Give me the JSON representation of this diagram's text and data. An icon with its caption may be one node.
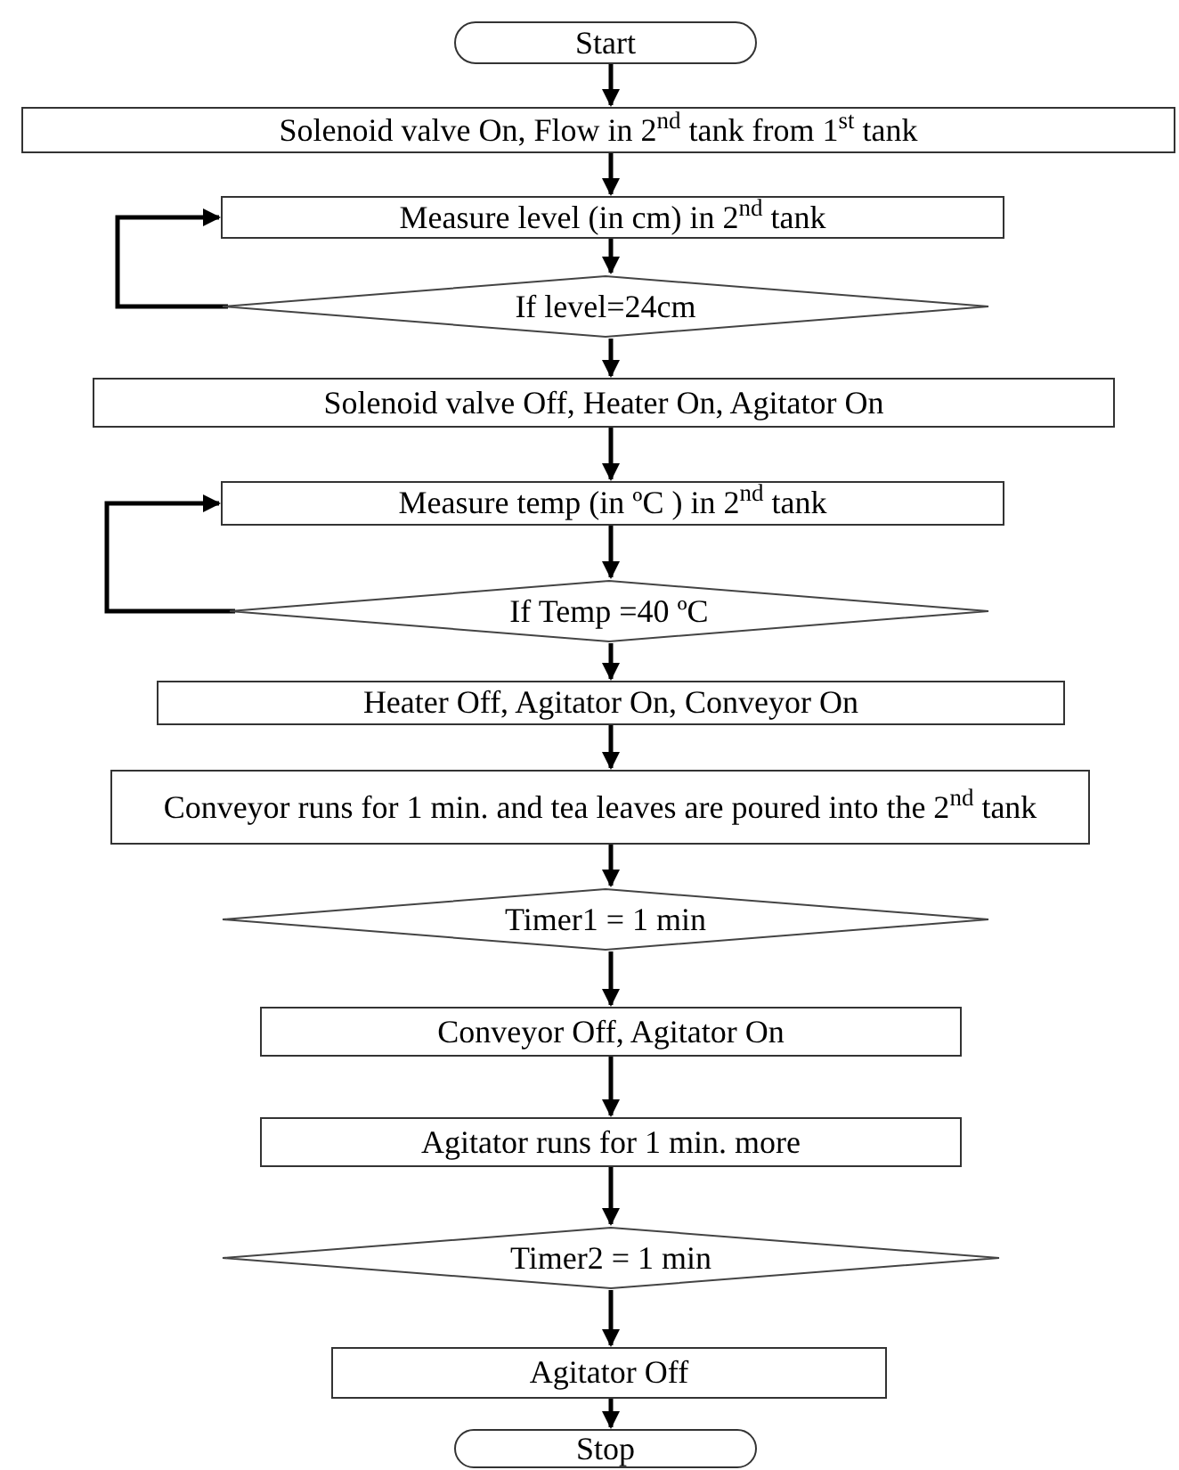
{
  "diagram": {
    "nodes": [
      {
        "text": [
          "Start"
        ]
      },
      {
        "text": [
          "Solenoid valve On, Flow in 2$^{nd}$ tank from 1$^{st}$ tank"
        ]
      },
      {
        "text": [
          "Measure level (in cm) in 2$^{nd}$ tank"
        ]
      },
      {
        "text": [
          "If level=24cm"
        ]
      },
      {
        "text": [
          "Solenoid valve Off, Heater On, Agitator On"
        ]
      },
      {
        "text": [
          "Measure temp (in ºC ) in 2$^{nd}$ tank"
        ]
      },
      {
        "text": [
          "If Temp =40 ºC"
        ]
      },
      {
        "text": [
          "Heater Off, Agitator On, Conveyor On"
        ]
      },
      {
        "text": [
          "Conveyor runs for 1 min. and tea leaves are poured into the 2$^{nd}$ tank"
        ]
      },
      {
        "text": [
          "Timer1 = 1 min"
        ]
      },
      {
        "text": [
          "Conveyor Off, Agitator On"
        ]
      },
      {
        "text": [
          "Agitator runs for 1 min. more"
        ]
      },
      {
        "text": [
          "Timer2 = 1 min"
        ]
      },
      {
        "text": [
          "Agitator Off"
        ]
      },
      {
        "text": [
          "Stop"
        ]
      }
    ],
    "edges": [
      {
        "from": 0,
        "to": 1,
        "arrow": "to"
      },
      {
        "from": 1,
        "to": 2,
        "arrow": "to"
      },
      {
        "from": 2,
        "to": 3,
        "arrow": "to"
      },
      {
        "from": 3,
        "to": 2,
        "arrow": "to"
      },
      {
        "from": 3,
        "to": 4,
        "arrow": "to"
      },
      {
        "from": 4,
        "to": 5,
        "arrow": "to"
      },
      {
        "from": 5,
        "to": 6,
        "arrow": "to"
      },
      {
        "from": 6,
        "to": 5,
        "arrow": "to"
      },
      {
        "from": 6,
        "to": 7,
        "arrow": "to"
      },
      {
        "from": 7,
        "to": 8,
        "arrow": "to"
      },
      {
        "from": 8,
        "to": 9,
        "arrow": "to"
      },
      {
        "from": 9,
        "to": 10,
        "arrow": "to"
      },
      {
        "from": 10,
        "to": 11,
        "arrow": "to"
      },
      {
        "from": 11,
        "to": 12,
        "arrow": "to"
      },
      {
        "from": 12,
        "to": 13,
        "arrow": "to"
      },
      {
        "from": 13,
        "to": 14,
        "arrow": "to"
      }
    ]
  }
}
